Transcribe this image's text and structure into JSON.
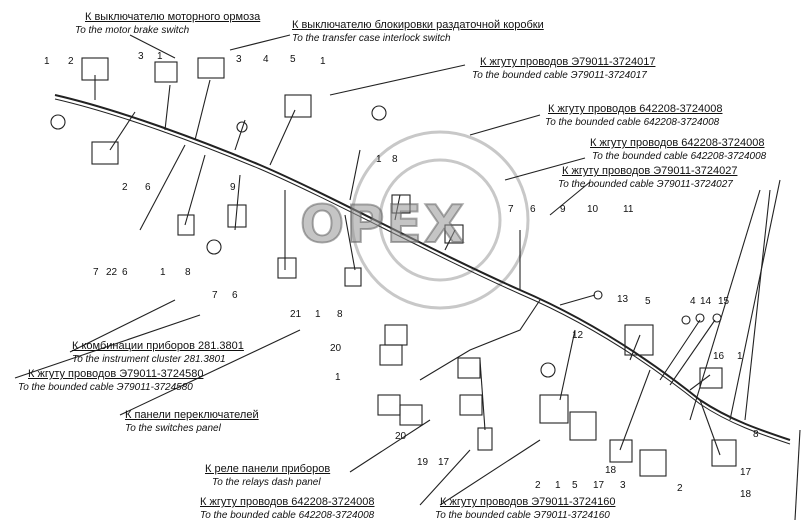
{
  "watermark": "OPEX",
  "labels": {
    "motor_brake_ru": "К выключателю моторного ормоза",
    "motor_brake_en": "To the motor brake switch",
    "transfer_ru": "К выключателю блокировки раздаточной коробки",
    "transfer_en": "To the transfer case interlock switch",
    "e79011_017_ru": "К жгуту проводов Э79011-3724017",
    "e79011_017_en": "To the bounded cable Э79011-3724017",
    "c642208_008a_ru": "К жгуту проводов 642208-3724008",
    "c642208_008a_en": "To the bounded cable 642208-3724008",
    "c642208_008b_ru": "К жгуту проводов 642208-3724008",
    "c642208_008b_en": "To the bounded cable 642208-3724008",
    "e79011_027_ru": "К жгуту проводов Э79011-3724027",
    "e79011_027_en": "To the bounded cable Э79011-3724027",
    "instrument_ru": "К комбинации приборов 281.3801",
    "instrument_en": "To the instrument cluster 281.3801",
    "e79011_580_ru": "К жгуту проводов Э79011-3724580",
    "e79011_580_en": "To the bounded cable Э79011-3724580",
    "switches_ru": "К панели переключателей",
    "switches_en": "To the switches panel",
    "relays_ru": "К реле панели приборов",
    "relays_en": "To the relays dash panel",
    "c642208_008c_ru": "К жгуту проводов 642208-3724008",
    "c642208_008c_en": "To the bounded cable 642208-3724008",
    "e79011_160_ru": "К жгуту проводов Э79011-3724160",
    "e79011_160_en": "To the bounded cable Э79011-3724160"
  },
  "callouts": [
    "1",
    "2",
    "3",
    "1",
    "3",
    "4",
    "5",
    "1",
    "2",
    "6",
    "8",
    "9",
    "1",
    "8",
    "7",
    "22",
    "6",
    "7",
    "6",
    "21",
    "1",
    "8",
    "1",
    "7",
    "6",
    "9",
    "10",
    "11",
    "13",
    "5",
    "4",
    "14",
    "15",
    "12",
    "20",
    "1",
    "20",
    "16",
    "1",
    "8",
    "19",
    "17",
    "2",
    "1",
    "5",
    "17",
    "18",
    "3",
    "2",
    "17",
    "18"
  ]
}
